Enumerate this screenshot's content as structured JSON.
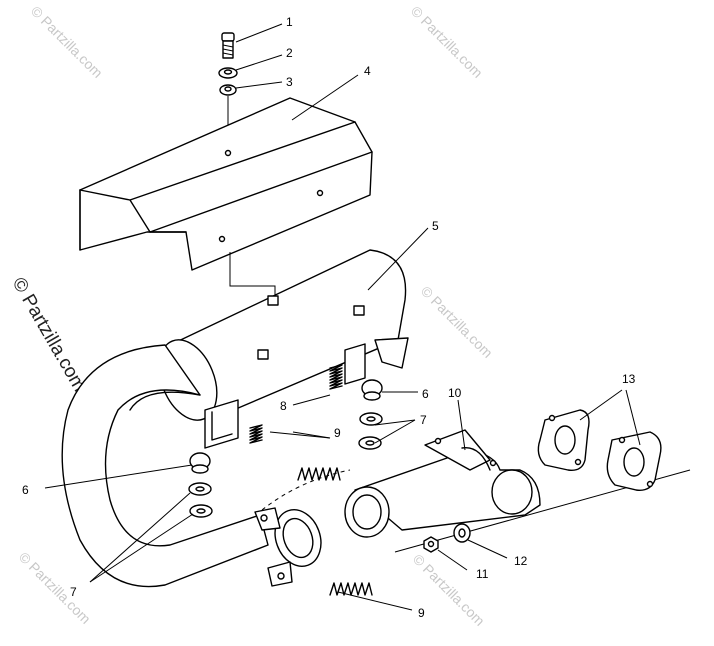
{
  "watermark": {
    "small": "© Partzilla.com",
    "large": "© Partzilla.com"
  },
  "callouts": {
    "c1": "1",
    "c2": "2",
    "c3": "3",
    "c4": "4",
    "c5": "5",
    "c6a": "6",
    "c6b": "6",
    "c7a": "7",
    "c7b": "7",
    "c8": "8",
    "c9a": "9",
    "c9b": "9",
    "c10": "10",
    "c11": "11",
    "c12": "12",
    "c13": "13"
  }
}
